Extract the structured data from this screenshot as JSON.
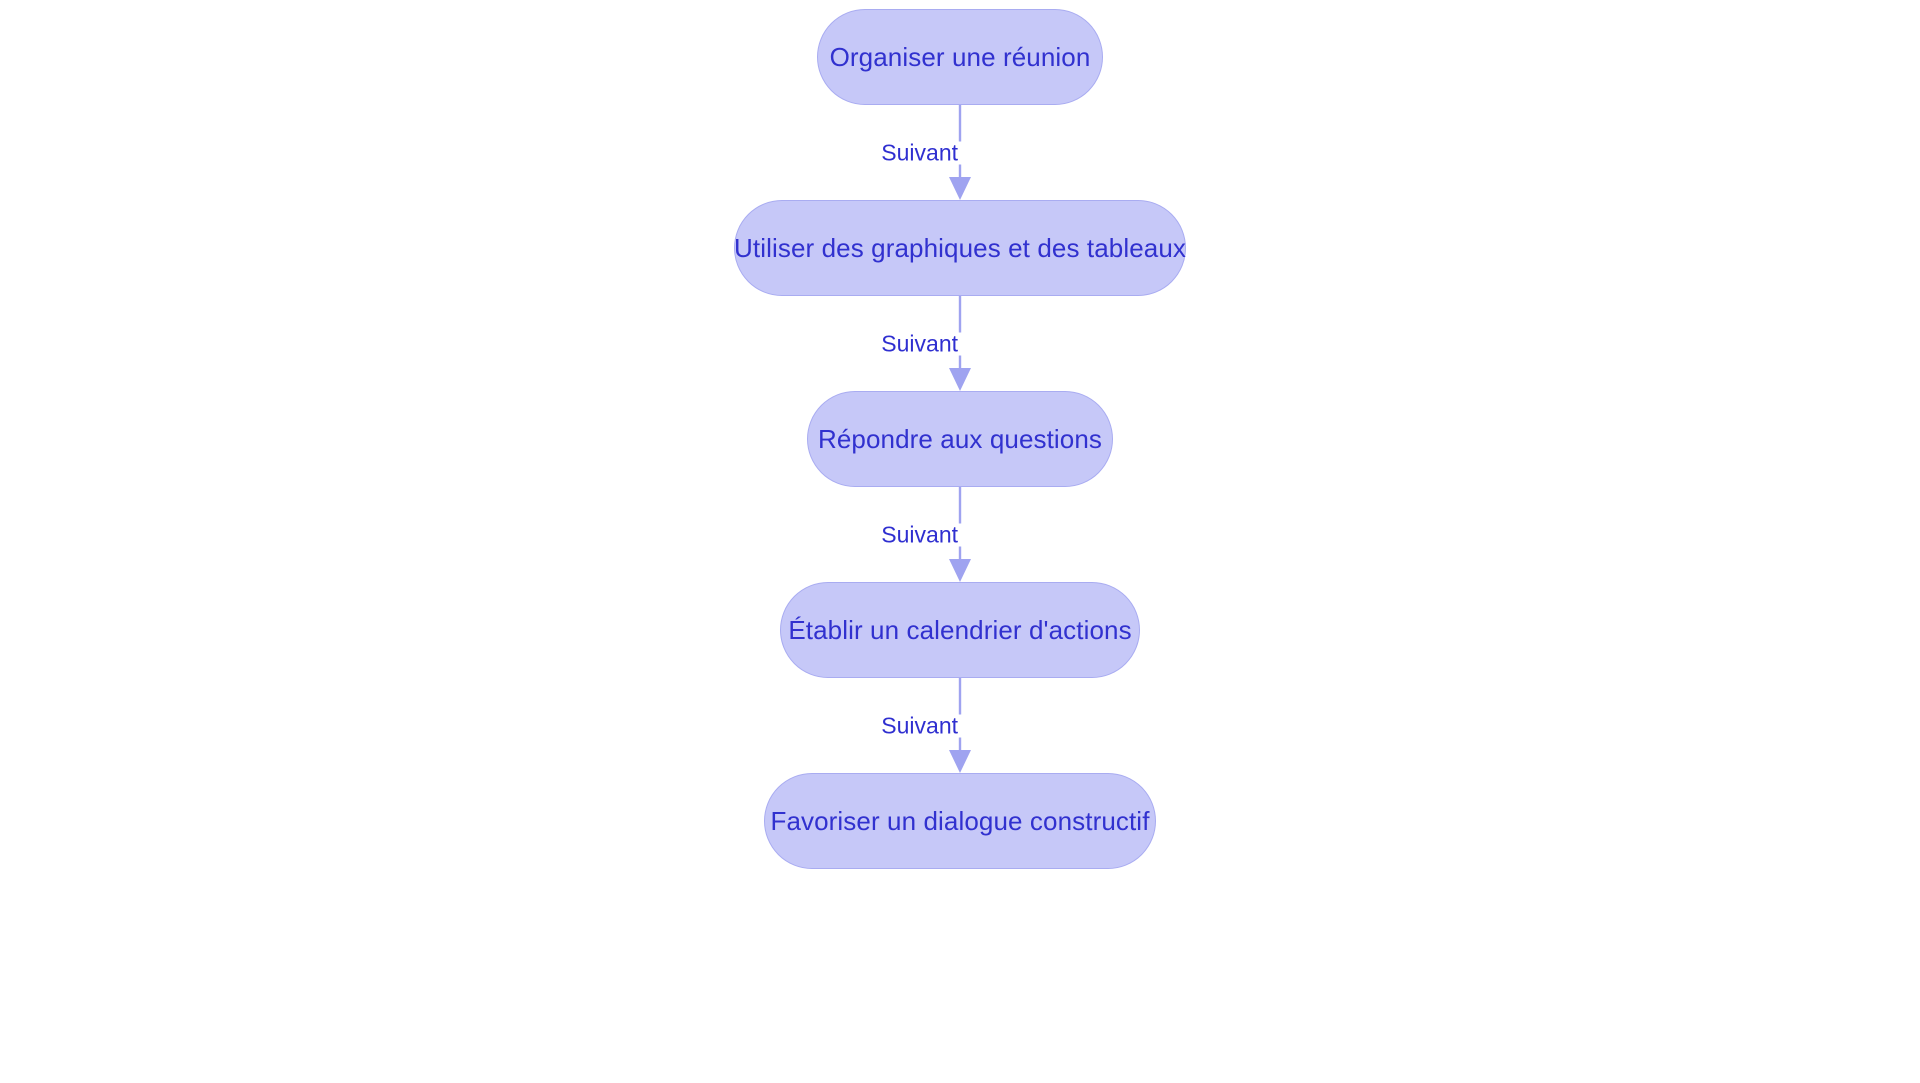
{
  "diagram": {
    "type": "flowchart",
    "direction": "top-to-bottom",
    "title": "",
    "background_color": "#ffffff",
    "node_fill_color": "#c6c8f8",
    "node_border_color": "#a9acf1",
    "node_text_color": "#3131cf",
    "edge_color": "#9fa3f0",
    "edge_label_color": "#2f2fd0",
    "node_shape": "stadium",
    "nodes": [
      {
        "id": "n1",
        "label": "Organiser une réunion"
      },
      {
        "id": "n2",
        "label": "Utiliser des graphiques et des tableaux"
      },
      {
        "id": "n3",
        "label": "Répondre aux questions"
      },
      {
        "id": "n4",
        "label": "Établir un calendrier d'actions"
      },
      {
        "id": "n5",
        "label": "Favoriser un dialogue constructif"
      }
    ],
    "edges": [
      {
        "from": "n1",
        "to": "n2",
        "label": "Suivant",
        "arrow": "arrowhead-down-icon"
      },
      {
        "from": "n2",
        "to": "n3",
        "label": "Suivant",
        "arrow": "arrowhead-down-icon"
      },
      {
        "from": "n3",
        "to": "n4",
        "label": "Suivant",
        "arrow": "arrowhead-down-icon"
      },
      {
        "from": "n4",
        "to": "n5",
        "label": "Suivant",
        "arrow": "arrowhead-down-icon"
      }
    ]
  }
}
